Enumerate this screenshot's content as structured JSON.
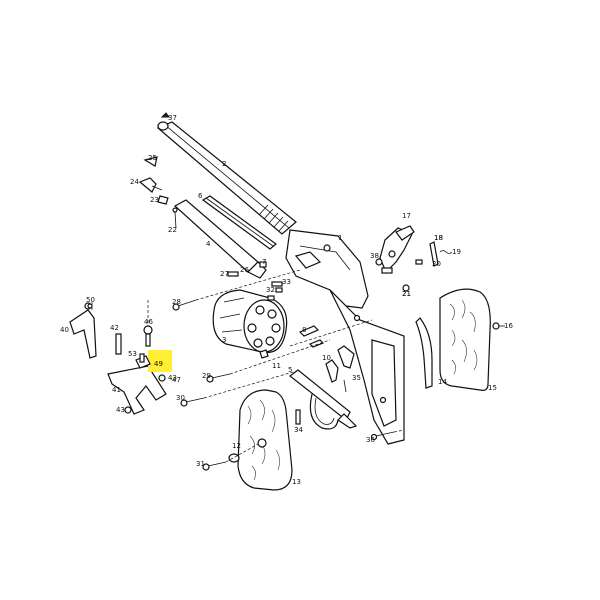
{
  "diagram": {
    "highlight_color": "#ffee33",
    "highlighted_part": "49",
    "parts": [
      {
        "id": "p1",
        "label": "1"
      },
      {
        "id": "p2",
        "label": "2"
      },
      {
        "id": "p3",
        "label": "3"
      },
      {
        "id": "p4",
        "label": "4"
      },
      {
        "id": "p5",
        "label": "5"
      },
      {
        "id": "p6",
        "label": "6"
      },
      {
        "id": "p7",
        "label": "7"
      },
      {
        "id": "p8",
        "label": "8"
      },
      {
        "id": "p10",
        "label": "10"
      },
      {
        "id": "p11",
        "label": "11"
      },
      {
        "id": "p12",
        "label": "12"
      },
      {
        "id": "p13",
        "label": "13"
      },
      {
        "id": "p14",
        "label": "14"
      },
      {
        "id": "p15",
        "label": "15"
      },
      {
        "id": "p16",
        "label": "16"
      },
      {
        "id": "p17",
        "label": "17"
      },
      {
        "id": "p18",
        "label": "18"
      },
      {
        "id": "p19",
        "label": "19"
      },
      {
        "id": "p20",
        "label": "20"
      },
      {
        "id": "p21",
        "label": "21"
      },
      {
        "id": "p22",
        "label": "22"
      },
      {
        "id": "p23",
        "label": "23"
      },
      {
        "id": "p24",
        "label": "24"
      },
      {
        "id": "p25",
        "label": "25"
      },
      {
        "id": "p26",
        "label": "26"
      },
      {
        "id": "p27",
        "label": "27"
      },
      {
        "id": "p28",
        "label": "28"
      },
      {
        "id": "p29",
        "label": "29"
      },
      {
        "id": "p30",
        "label": "30"
      },
      {
        "id": "p31",
        "label": "31"
      },
      {
        "id": "p32",
        "label": "32"
      },
      {
        "id": "p33",
        "label": "33"
      },
      {
        "id": "p34",
        "label": "34"
      },
      {
        "id": "p35",
        "label": "35"
      },
      {
        "id": "p36",
        "label": "36"
      },
      {
        "id": "p37",
        "label": "37"
      },
      {
        "id": "p38",
        "label": "38"
      },
      {
        "id": "p39",
        "label": "39"
      },
      {
        "id": "p40",
        "label": "40"
      },
      {
        "id": "p41",
        "label": "41"
      },
      {
        "id": "p42",
        "label": "42"
      },
      {
        "id": "p43",
        "label": "43"
      },
      {
        "id": "p44",
        "label": "43"
      },
      {
        "id": "p46",
        "label": "46"
      },
      {
        "id": "p47",
        "label": "47"
      },
      {
        "id": "p49",
        "label": "49"
      },
      {
        "id": "p50",
        "label": "50"
      },
      {
        "id": "p53",
        "label": "53"
      }
    ]
  }
}
